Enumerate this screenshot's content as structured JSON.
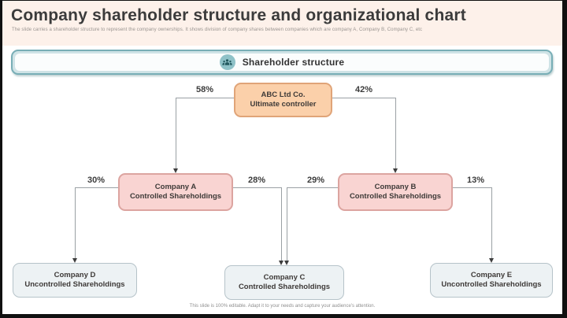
{
  "slide": {
    "title": "Company shareholder structure and organizational chart",
    "subtitle": "The slide carries a shareholder structure to represent the company ownerships. It shows division of company shares between companies which are company A, Company B, Company C, etc",
    "footer": "This slide is 100% editable. Adapt it to your needs and capture your audience's attention."
  },
  "banner": {
    "label": "Shareholder structure",
    "icon": "people-group-icon"
  },
  "org_chart": {
    "nodes": [
      {
        "id": "abc",
        "line1": "ABC Ltd Co.",
        "line2": "Ultimate controller",
        "style": "peach"
      },
      {
        "id": "a",
        "line1": "Company A",
        "line2": "Controlled Shareholdings",
        "style": "pink"
      },
      {
        "id": "b",
        "line1": "Company B",
        "line2": "Controlled Shareholdings",
        "style": "pink"
      },
      {
        "id": "d",
        "line1": "Company D",
        "line2": "Uncontrolled Shareholdings",
        "style": "gray"
      },
      {
        "id": "c",
        "line1": "Company C",
        "line2": "Controlled Shareholdings",
        "style": "gray"
      },
      {
        "id": "e",
        "line1": "Company E",
        "line2": "Uncontrolled Shareholdings",
        "style": "gray"
      }
    ],
    "edges": [
      {
        "from": "abc",
        "to": "a",
        "label": "58%"
      },
      {
        "from": "abc",
        "to": "b",
        "label": "42%"
      },
      {
        "from": "a",
        "to": "d",
        "label": "30%"
      },
      {
        "from": "a",
        "to": "c",
        "label": "28%"
      },
      {
        "from": "b",
        "to": "c",
        "label": "29%"
      },
      {
        "from": "b",
        "to": "e",
        "label": "13%"
      }
    ]
  },
  "colors": {
    "title_band_bg": "#fdf1ea",
    "banner_border": "#78aeb6",
    "banner_fill": "#cfe3e6",
    "icon_circle": "#8fc2c8",
    "peach_fill": "#fbd0aa",
    "peach_border": "#e0a478",
    "pink_fill": "#f9d4d2",
    "pink_border": "#dca4a0",
    "gray_fill": "#edf2f4",
    "gray_border": "#b6c3c9",
    "connector": "#9aa0a4",
    "arrow": "#3d3d3d"
  }
}
